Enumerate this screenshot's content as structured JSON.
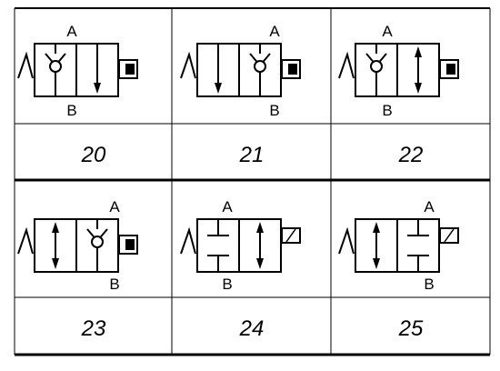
{
  "valves": [
    {
      "code": "20",
      "port_top": "A",
      "port_bottom": "B",
      "actuator": "solenoid",
      "return": "spring",
      "envelopes": [
        "check-valve",
        "flow-down"
      ]
    },
    {
      "code": "21",
      "port_top": "A",
      "port_bottom": "B",
      "actuator": "solenoid",
      "return": "spring",
      "envelopes": [
        "flow-down",
        "check-valve"
      ]
    },
    {
      "code": "22",
      "port_top": "A",
      "port_bottom": "B",
      "actuator": "solenoid",
      "return": "spring",
      "envelopes": [
        "check-valve",
        "flow-both"
      ]
    },
    {
      "code": "23",
      "port_top": "A",
      "port_bottom": "B",
      "actuator": "solenoid",
      "return": "spring",
      "envelopes": [
        "flow-both",
        "check-valve"
      ]
    },
    {
      "code": "24",
      "port_top": "A",
      "port_bottom": "B",
      "actuator": "solenoid-outline",
      "return": "spring",
      "envelopes": [
        "closed",
        "flow-both"
      ]
    },
    {
      "code": "25",
      "port_top": "A",
      "port_bottom": "B",
      "actuator": "solenoid-outline",
      "return": "spring",
      "envelopes": [
        "flow-both",
        "closed"
      ]
    }
  ]
}
